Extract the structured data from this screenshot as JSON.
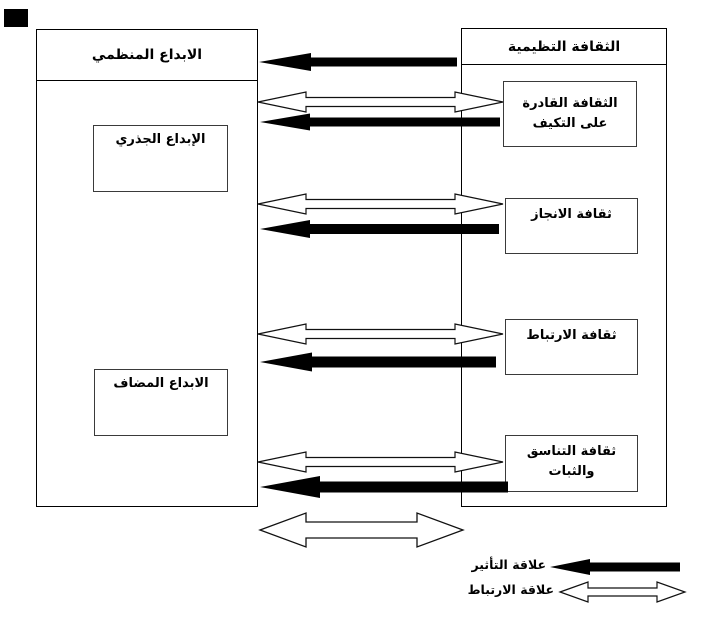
{
  "left_panel": {
    "title": "الابداع المنظمي",
    "boxes": [
      {
        "label": "الإبداع الجذري"
      },
      {
        "label": "الابداع المضاف"
      }
    ]
  },
  "right_panel": {
    "title": "الثقافة التظيمية",
    "boxes": [
      {
        "label": "الثقافة القادرة على التكيف"
      },
      {
        "label": "ثقافة الانجاز"
      },
      {
        "label": "ثقافة الارتباط"
      },
      {
        "label": "ثقافة التناسق والثبات"
      }
    ]
  },
  "legend": {
    "influence_label": "علاقة التأثير",
    "correlation_label": "علاقة الارتباط"
  },
  "colors": {
    "influence_arrow": "#000000",
    "correlation_arrow_fill": "#ffffff",
    "line": "#000000"
  }
}
